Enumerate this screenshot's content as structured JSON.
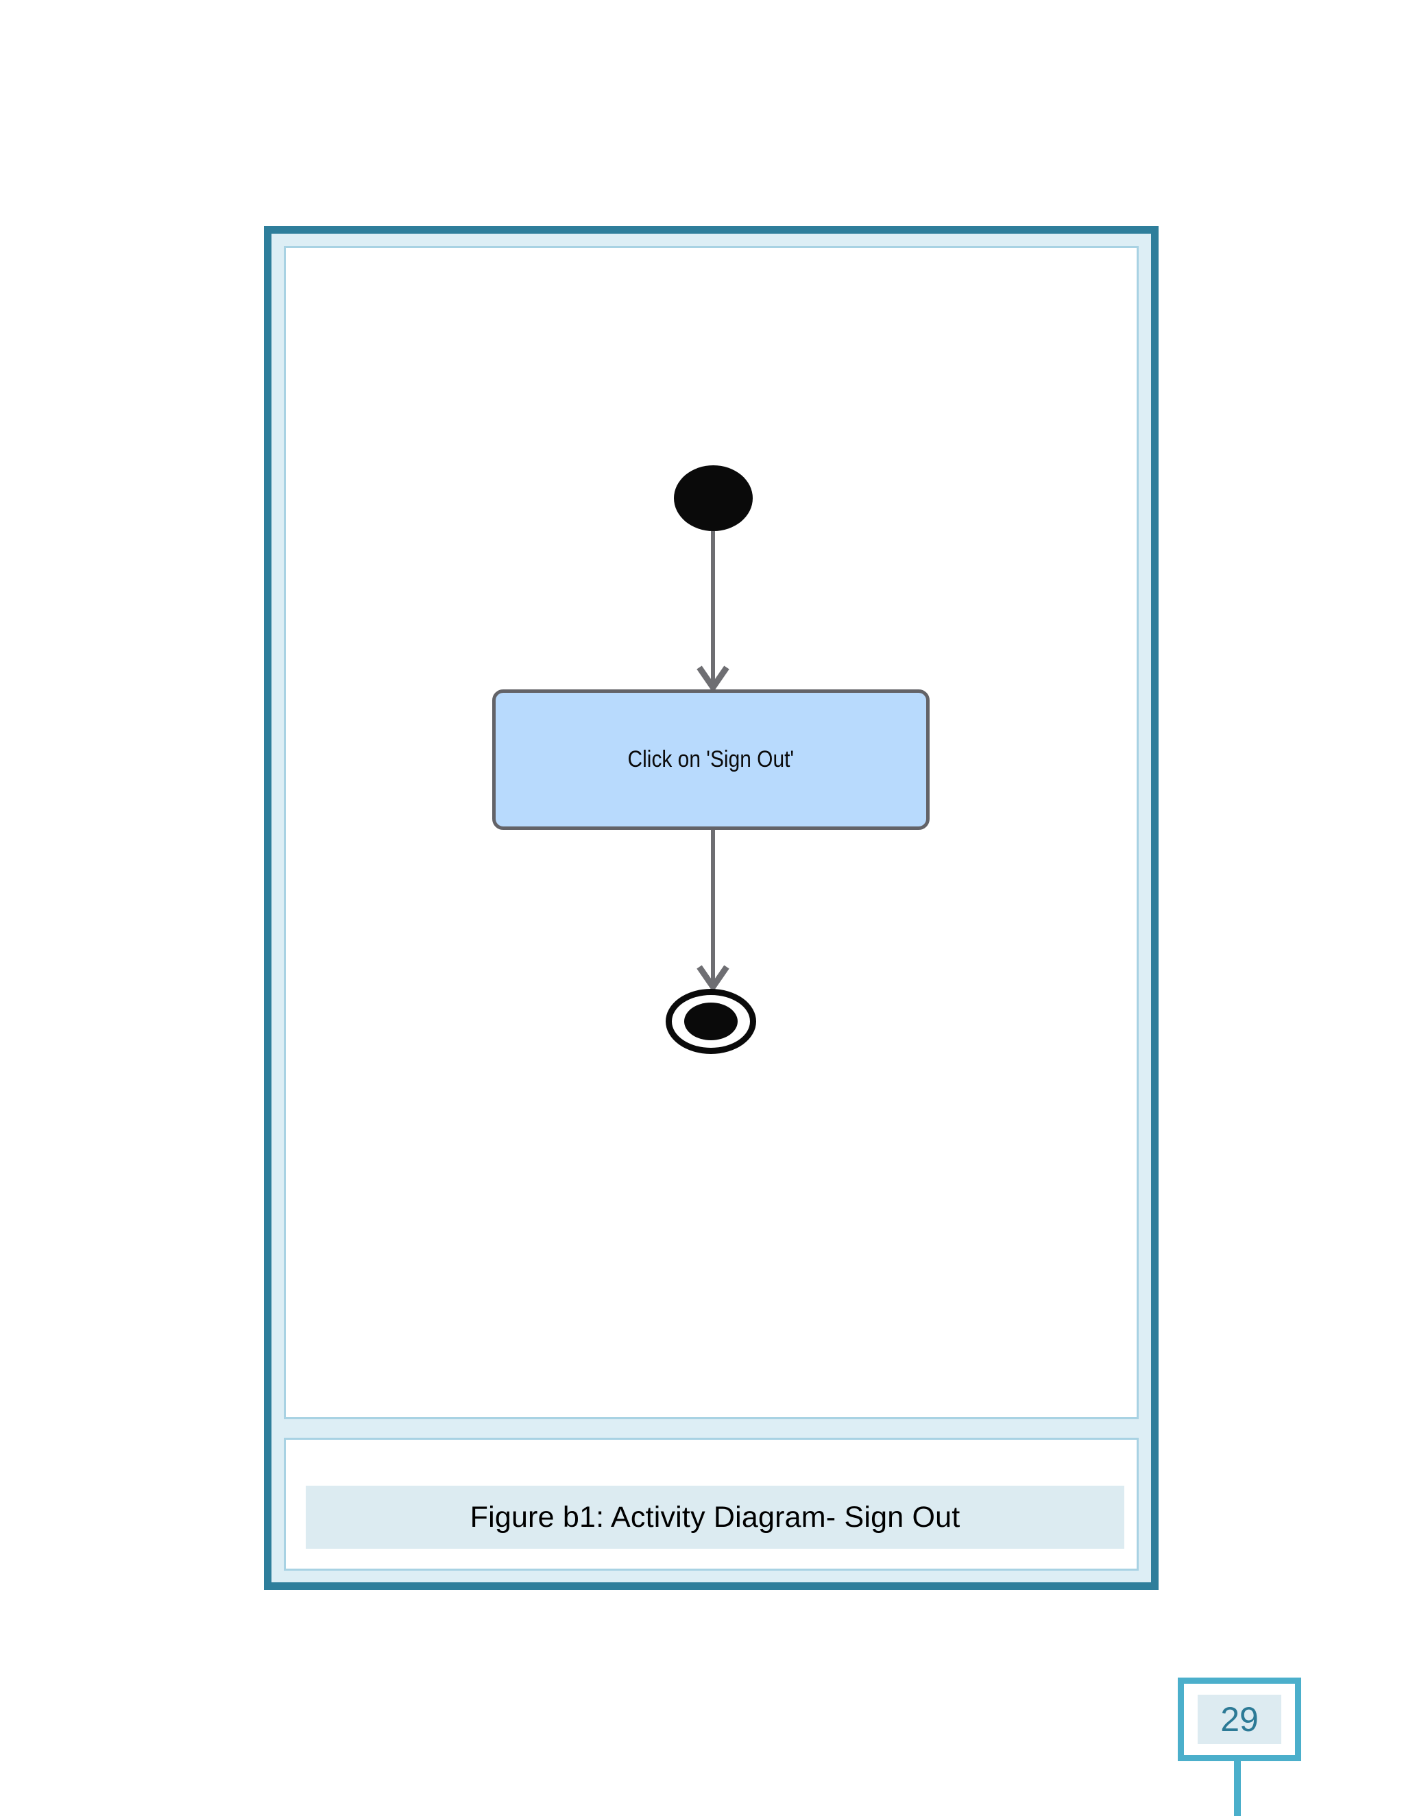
{
  "document": {
    "page_number": "29"
  },
  "figure": {
    "caption": "Figure b1: Activity Diagram- Sign Out"
  },
  "diagram": {
    "type": "uml-activity-diagram",
    "nodes": [
      {
        "id": "start",
        "kind": "initial-node",
        "label": ""
      },
      {
        "id": "action1",
        "kind": "action",
        "label": "Click on 'Sign Out'"
      },
      {
        "id": "end",
        "kind": "final-node",
        "label": ""
      }
    ],
    "edges": [
      {
        "from": "start",
        "to": "action1",
        "label": ""
      },
      {
        "from": "action1",
        "to": "end",
        "label": ""
      }
    ]
  },
  "colors": {
    "frame_border": "#2E7E9B",
    "frame_fill": "#DDEEF5",
    "inner_border": "#A8D2E3",
    "caption_band": "#DCEBF1",
    "action_fill": "#B8DAFD",
    "action_border": "#636368",
    "edge_stroke": "#6E6E72",
    "node_black": "#0A0A0A",
    "page_marker_border": "#4BAFCB",
    "page_number_text": "#2C7A96"
  }
}
